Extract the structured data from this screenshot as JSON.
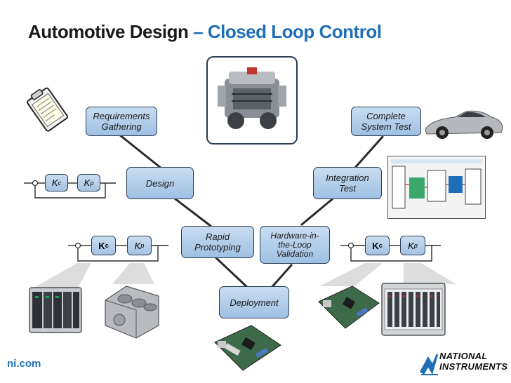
{
  "title": {
    "main": "Automotive Design",
    "accent": "– Closed Loop Control"
  },
  "footer": "ni.com",
  "logo": {
    "line1": "NATIONAL",
    "line2": "INSTRUMENTS"
  },
  "stages": {
    "requirements": "Requirements\nGathering",
    "design": "Design",
    "rapid_prototyping": "Rapid\nPrototyping",
    "deployment": "Deployment",
    "hil_validation": "Hardware-in-\nthe-Loop\nValidation",
    "integration_test": "Integration\nTest",
    "system_test": "Complete\nSystem Test"
  },
  "controllers": {
    "kc": "K",
    "kc_sub": "c",
    "kp": "K",
    "kp_sub": "p"
  },
  "icons": [
    "clipboard-icon",
    "engine-icon",
    "sports-car-icon",
    "system-diagram-icon",
    "compactrio-icon",
    "engine-block-icon",
    "embedded-board-icon",
    "pxi-chassis-icon",
    "national-instruments-logo-icon"
  ],
  "colors": {
    "accent": "#1f6fb8",
    "box_fill": "#b5d0ec",
    "box_border": "#2a3d55",
    "line": "#2a2a2a"
  }
}
